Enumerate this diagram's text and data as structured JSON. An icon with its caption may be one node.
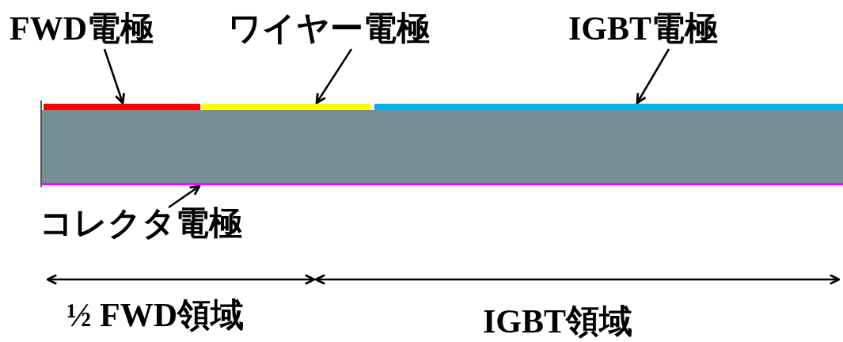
{
  "diagram": {
    "nodes": [
      {
        "text": [
          "FWD電極"
        ]
      },
      {
        "text": [
          "ワイヤー電極"
        ]
      },
      {
        "text": [
          "IGBT電極"
        ]
      },
      {
        "text": [
          "コレクタ電極"
        ]
      },
      {
        "text": [],
        "shape": "bar"
      },
      {
        "text": [],
        "shape": "bar"
      },
      {
        "text": [],
        "shape": "bar"
      },
      {
        "text": [],
        "shape": "bar"
      }
    ],
    "edges": [
      {
        "from": 0,
        "to": 4,
        "arrow": "to"
      },
      {
        "from": 1,
        "to": 5,
        "arrow": "to"
      },
      {
        "from": 2,
        "to": 6,
        "arrow": "to"
      },
      {
        "from": 3,
        "to": 7,
        "arrow": "to"
      }
    ],
    "labels": [
      "½ FWD領域",
      "IGBT領域"
    ]
  }
}
